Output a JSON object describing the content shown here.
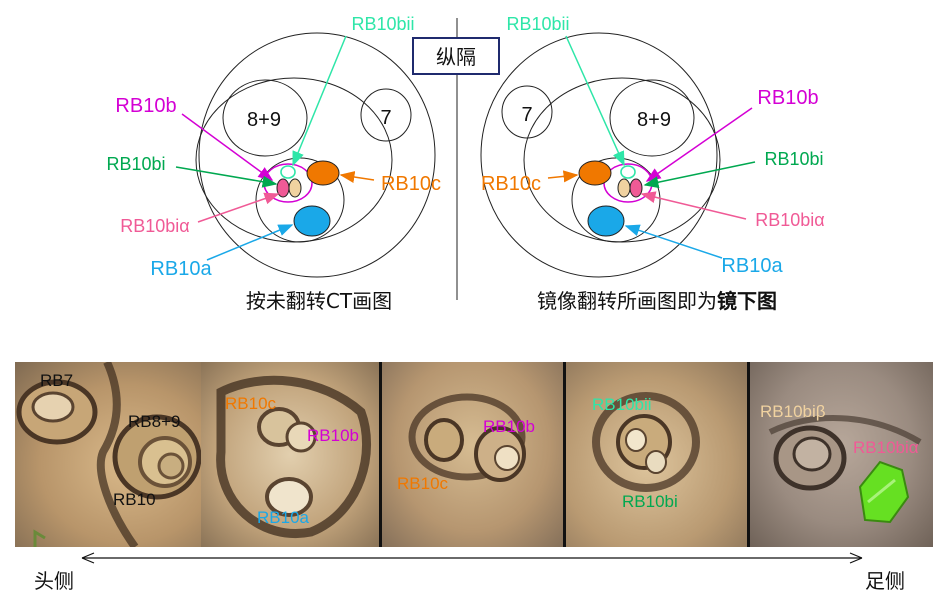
{
  "top": {
    "mediastinum_label": "纵隔",
    "left_caption": "按未翻转CT画图",
    "right_caption_normal": "镜像翻转所画图即为",
    "right_caption_bold": "镜下图",
    "left": {
      "seg_89": "8+9",
      "seg_7": "7",
      "rb10bii": "RB10bii",
      "rb10b": "RB10b",
      "rb10bi": "RB10bi",
      "rb10c": "RB10c",
      "rb10bia": "RB10biα",
      "rb10a": "RB10a"
    },
    "right": {
      "seg_7": "7",
      "seg_89": "8+9",
      "rb10bii": "RB10bii",
      "rb10b": "RB10b",
      "rb10bi": "RB10bi",
      "rb10c": "RB10c",
      "rb10bia": "RB10biα",
      "rb10a": "RB10a"
    }
  },
  "colors": {
    "rb10b": "#d400d4",
    "rb10bi": "#00a850",
    "rb10bii": "#2ee6a8",
    "rb10c": "#f07800",
    "rb10bia": "#f05a96",
    "rb10a": "#1aa8e8",
    "rb10bibeta": "#f0d2a0"
  },
  "strip": {
    "p1": {
      "rb7": "RB7",
      "rb89": "RB8+9",
      "rb10": "RB10"
    },
    "p2": {
      "rb10c": "RB10c",
      "rb10b": "RB10b",
      "rb10a": "RB10a"
    },
    "p3": {
      "rb10b": "RB10b",
      "rb10c": "RB10c"
    },
    "p4": {
      "rb10bii": "RB10bii",
      "rb10bi": "RB10bi"
    },
    "p5": {
      "rb10bibeta": "RB10biβ",
      "rb10bia": "RB10biα"
    }
  },
  "axis": {
    "head": "头侧",
    "foot": "足侧"
  }
}
